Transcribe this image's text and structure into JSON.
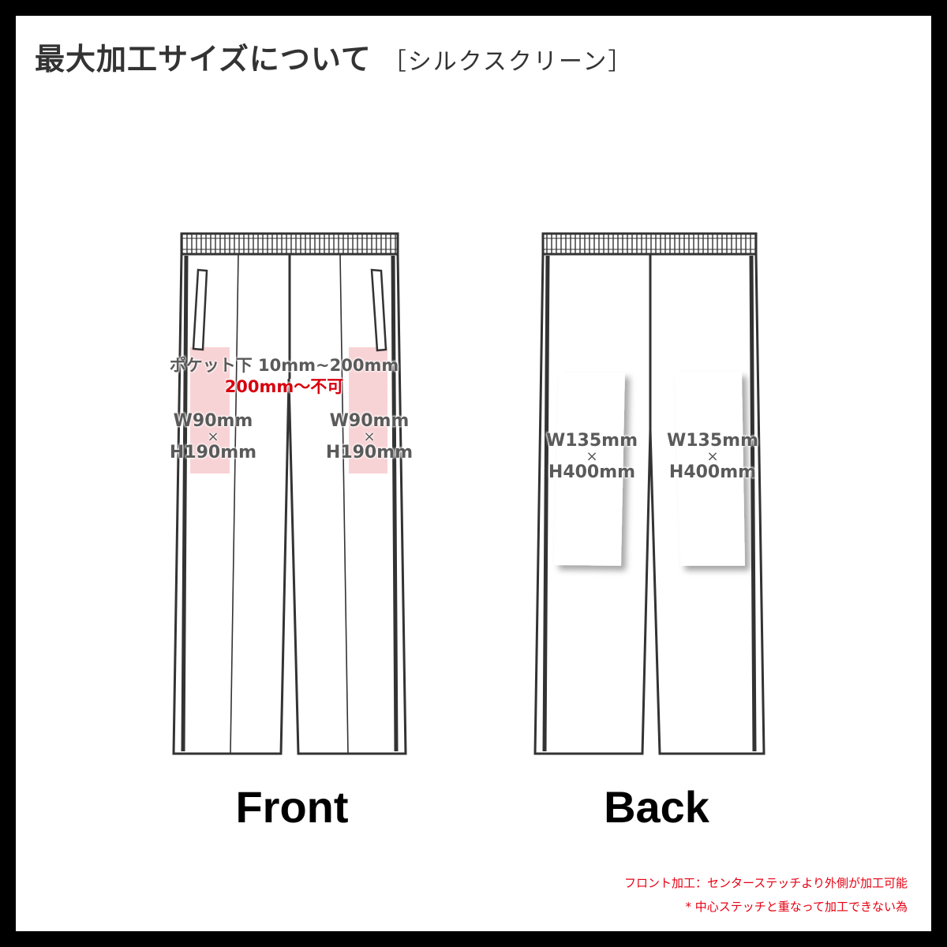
{
  "title": {
    "main": "最大加工サイズについて",
    "method": "［シルクスクリーン］"
  },
  "colors": {
    "outline": "#333333",
    "print_area_front": "#f8d3d5",
    "note_red": "#e60012",
    "label_gray": "#5a5a5a"
  },
  "front": {
    "view_label": "Front",
    "pocket_note": "ポケット下 10mm~200mm",
    "ng_note": "200mm～不可",
    "print_areas": [
      {
        "side": "left",
        "width": "W90mm",
        "times": "×",
        "height": "H190mm"
      },
      {
        "side": "right",
        "width": "W90mm",
        "times": "×",
        "height": "H190mm"
      }
    ]
  },
  "back": {
    "view_label": "Back",
    "print_areas": [
      {
        "side": "left",
        "width": "W135mm",
        "times": "×",
        "height": "H400mm"
      },
      {
        "side": "right",
        "width": "W135mm",
        "times": "×",
        "height": "H400mm"
      }
    ]
  },
  "footnotes": [
    "フロント加工：センターステッチより外側が加工可能",
    "* 中心ステッチと重なって加工できない為"
  ]
}
